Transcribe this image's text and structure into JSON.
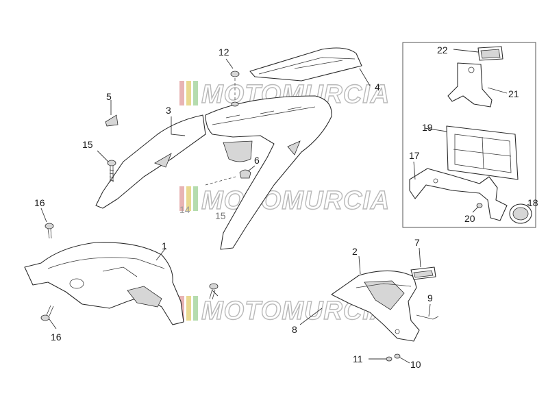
{
  "watermark": {
    "text": "MOTOMURCIA"
  },
  "callouts": [
    {
      "id": "c12",
      "label": "12"
    },
    {
      "id": "c4",
      "label": "4"
    },
    {
      "id": "c5",
      "label": "5"
    },
    {
      "id": "c3",
      "label": "3"
    },
    {
      "id": "c15a",
      "label": "15"
    },
    {
      "id": "c6",
      "label": "6"
    },
    {
      "id": "c14",
      "label": "14"
    },
    {
      "id": "c15b",
      "label": "15"
    },
    {
      "id": "c16a",
      "label": "16"
    },
    {
      "id": "c1",
      "label": "1"
    },
    {
      "id": "c16b",
      "label": "16"
    },
    {
      "id": "c22",
      "label": "22"
    },
    {
      "id": "c21",
      "label": "21"
    },
    {
      "id": "c19",
      "label": "19"
    },
    {
      "id": "c17",
      "label": "17"
    },
    {
      "id": "c18",
      "label": "18"
    },
    {
      "id": "c20",
      "label": "20"
    },
    {
      "id": "c2",
      "label": "2"
    },
    {
      "id": "c7",
      "label": "7"
    },
    {
      "id": "c9",
      "label": "9"
    },
    {
      "id": "c8",
      "label": "8"
    },
    {
      "id": "c11",
      "label": "11"
    },
    {
      "id": "c10",
      "label": "10"
    }
  ],
  "colors": {
    "line": "#2b2b2b",
    "watermark_stripes": [
      "#e8b4b4",
      "#e9d98f",
      "#b5dcae"
    ]
  }
}
